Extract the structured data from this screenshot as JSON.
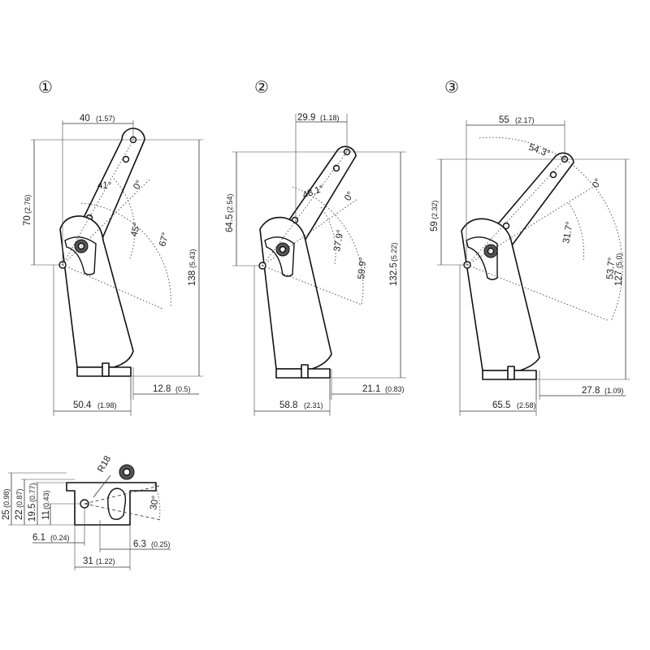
{
  "views": [
    {
      "marker": "①",
      "width_top": {
        "mm": "40",
        "in": "(1.57)"
      },
      "height_left": {
        "mm": "70",
        "in": "(2.76)"
      },
      "height_total": {
        "mm": "138",
        "in": "(5.43)"
      },
      "offset_bottom": {
        "mm": "12.8",
        "in": "(0.5)"
      },
      "width_bottom": {
        "mm": "50.4",
        "in": "(1.98)"
      },
      "angles": [
        "41°",
        "0°",
        "45°",
        "67°"
      ]
    },
    {
      "marker": "②",
      "width_top": {
        "mm": "29.9",
        "in": "(1.18)"
      },
      "height_left": {
        "mm": "64.5",
        "in": "(2.54)"
      },
      "height_total": {
        "mm": "132.5",
        "in": "(5.22)"
      },
      "offset_bottom": {
        "mm": "21.1",
        "in": "(0.83)"
      },
      "width_bottom": {
        "mm": "58.8",
        "in": "(2.31)"
      },
      "angles": [
        "48.1°",
        "0°",
        "37.9°",
        "59.9°"
      ]
    },
    {
      "marker": "③",
      "width_top": {
        "mm": "55",
        "in": "(2.17)"
      },
      "height_left": {
        "mm": "59",
        "in": "(2.32)"
      },
      "height_total": {
        "mm": "127",
        "in": "(5.0)"
      },
      "offset_bottom": {
        "mm": "27.8",
        "in": "(1.09)"
      },
      "width_bottom": {
        "mm": "65.5",
        "in": "(2.58)"
      },
      "angles": [
        "54.3°",
        "0°",
        "31.7°",
        "53.7°"
      ]
    }
  ],
  "detail": {
    "radius": "R18",
    "angle": "30°",
    "h25": {
      "mm": "25",
      "in": "(0.98)"
    },
    "h22": {
      "mm": "22",
      "in": "(0.87)"
    },
    "h19": {
      "mm": "19.5",
      "in": "(0.77)"
    },
    "h11": {
      "mm": "11",
      "in": "(0.43)"
    },
    "w6_1": {
      "mm": "6.1",
      "in": "(0.24)"
    },
    "w6_3": {
      "mm": "6.3",
      "in": "(0.25)"
    },
    "w31": {
      "mm": "31",
      "in": "(1.22)"
    }
  }
}
